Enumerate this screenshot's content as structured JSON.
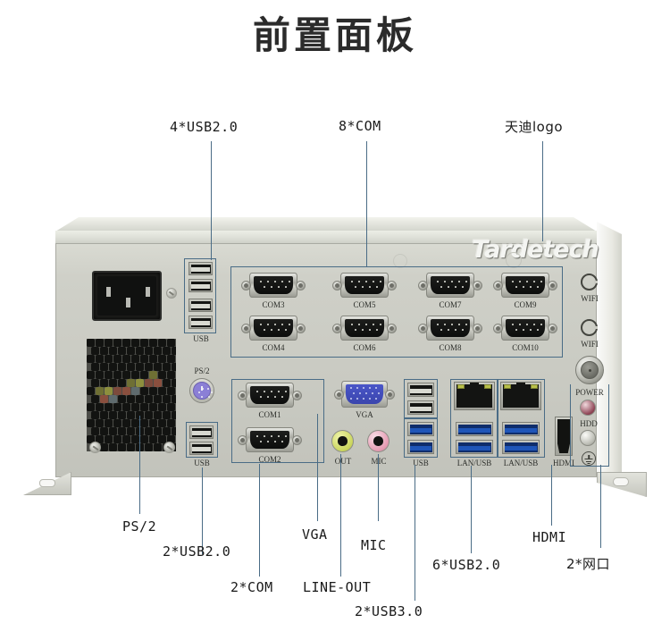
{
  "page": {
    "title": "前置面板",
    "accent_color": "#4a6c86",
    "chassis_color": "#cfd0c8",
    "background": "#ffffff"
  },
  "brand": {
    "logo_text": "Tardetech"
  },
  "annotations": [
    {
      "id": "usb4",
      "text": "4*USB2.0",
      "cjk": false
    },
    {
      "id": "com8",
      "text": "8*COM",
      "cjk": false
    },
    {
      "id": "logo",
      "text": "天迪logo",
      "cjk": true
    },
    {
      "id": "ps2",
      "text": "PS/2",
      "cjk": false
    },
    {
      "id": "usb2x2",
      "text": "2*USB2.0",
      "cjk": false
    },
    {
      "id": "com2",
      "text": "2*COM",
      "cjk": false
    },
    {
      "id": "vga",
      "text": "VGA",
      "cjk": false
    },
    {
      "id": "lineout",
      "text": "LINE-OUT",
      "cjk": false
    },
    {
      "id": "mic",
      "text": "MIC",
      "cjk": false
    },
    {
      "id": "usb3x2",
      "text": "2*USB3.0",
      "cjk": false
    },
    {
      "id": "usb6",
      "text": "6*USB2.0",
      "cjk": false
    },
    {
      "id": "hdmi",
      "text": "HDMI",
      "cjk": false
    },
    {
      "id": "lan2",
      "text": "2*网口",
      "cjk": true
    }
  ],
  "port_labels": {
    "usb_top": "USB",
    "ps2": "PS/2",
    "usb_left_lower": "USB",
    "com1": "COM1",
    "com2": "COM2",
    "com3": "COM3",
    "com4": "COM4",
    "com5": "COM5",
    "com6": "COM6",
    "com7": "COM7",
    "com8": "COM8",
    "com9": "COM9",
    "com10": "COM10",
    "vga": "VGA",
    "line_out": "OUT",
    "mic": "MIC",
    "usb_center": "USB",
    "lan_usb_1": "LAN/USB",
    "lan_usb_2": "LAN/USB",
    "hdmi": "HDMI",
    "wifi_1": "WIFI",
    "wifi_2": "WIFI",
    "power": "POWER",
    "hdd": "HDD"
  },
  "indicators": {
    "power_label": "POWER",
    "hdd_label": "HDD",
    "ground_icon": "ground-symbol"
  },
  "port_colors": {
    "ps2": "#8b7fd6",
    "vga": "#4a56c8",
    "line_out": "#d8e06a",
    "mic": "#e8a8bc",
    "usb3": "#1f55b8",
    "usb2": "#141513",
    "lan_led": "#b9c04a"
  }
}
